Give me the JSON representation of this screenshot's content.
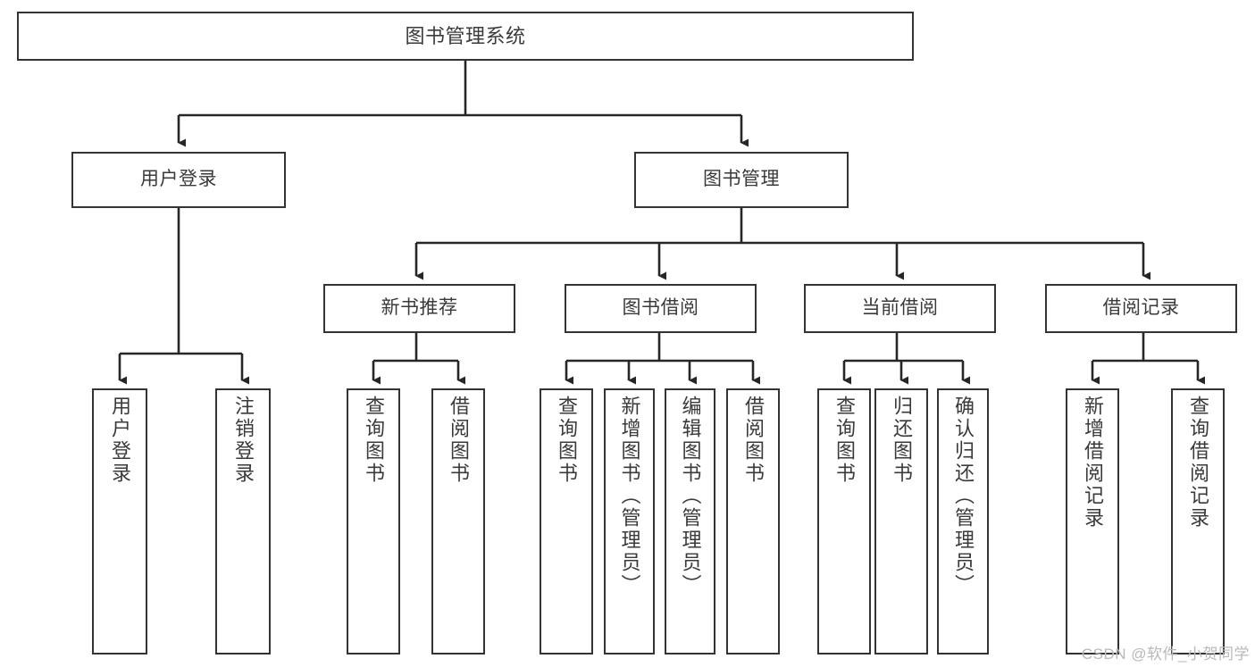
{
  "diagram": {
    "title": "图书管理系统",
    "watermark": "CSDN @软件_小贺同学",
    "colors": {
      "box_border": "#333333",
      "box_fill": "#ffffff",
      "text": "#3a3a3a",
      "connector": "#262626",
      "watermark": "#b9b9b9",
      "background": "#ffffff"
    },
    "nodes": {
      "root": {
        "label": "图书管理系统"
      },
      "level2": [
        {
          "id": "user-login",
          "label": "用户登录"
        },
        {
          "id": "book-management",
          "label": "图书管理"
        }
      ],
      "level3": [
        {
          "id": "new-book-recommend",
          "label": "新书推荐"
        },
        {
          "id": "book-borrow",
          "label": "图书借阅"
        },
        {
          "id": "current-borrow",
          "label": "当前借阅"
        },
        {
          "id": "borrow-record",
          "label": "借阅记录"
        }
      ],
      "leaves": [
        {
          "id": "leaf-user-login",
          "label": "用户登录",
          "parent": "user-login"
        },
        {
          "id": "leaf-logout",
          "label": "注销登录",
          "parent": "user-login"
        },
        {
          "id": "leaf-query-book-1",
          "label": "查询图书",
          "parent": "new-book-recommend"
        },
        {
          "id": "leaf-borrow-book-1",
          "label": "借阅图书",
          "parent": "new-book-recommend"
        },
        {
          "id": "leaf-query-book-2",
          "label": "查询图书",
          "parent": "book-borrow"
        },
        {
          "id": "leaf-add-book",
          "label": "新增图书（管理员）",
          "parent": "book-borrow"
        },
        {
          "id": "leaf-edit-book",
          "label": "编辑图书（管理员）",
          "parent": "book-borrow"
        },
        {
          "id": "leaf-borrow-book-2",
          "label": "借阅图书",
          "parent": "book-borrow"
        },
        {
          "id": "leaf-query-book-3",
          "label": "查询图书",
          "parent": "current-borrow"
        },
        {
          "id": "leaf-return-book",
          "label": "归还图书",
          "parent": "current-borrow"
        },
        {
          "id": "leaf-confirm-return",
          "label": "确认归还（管理员）",
          "parent": "current-borrow"
        },
        {
          "id": "leaf-add-record",
          "label": "新增借阅记录",
          "parent": "borrow-record"
        },
        {
          "id": "leaf-query-record",
          "label": "查询借阅记录",
          "parent": "borrow-record"
        }
      ]
    }
  }
}
